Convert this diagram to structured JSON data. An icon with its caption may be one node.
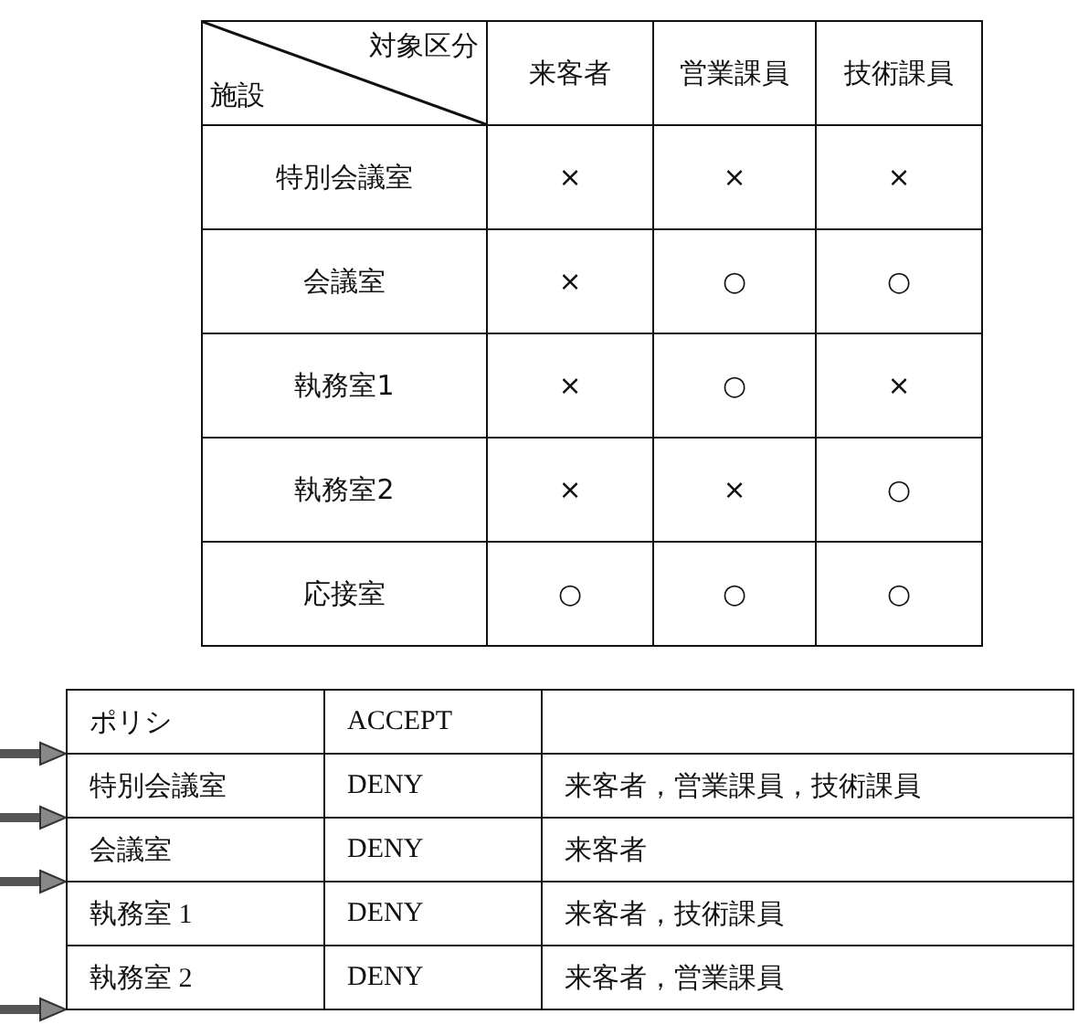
{
  "diagram": {
    "labels": [
      "対象区分",
      "施設",
      "来客者",
      "営業課員",
      "技術課員",
      "特別会議室",
      "×",
      "×",
      "×",
      "会議室",
      "×",
      "○",
      "○",
      "執務室1",
      "×",
      "○",
      "×",
      "執務室2",
      "×",
      "×",
      "○",
      "応接室",
      "○",
      "○",
      "○",
      "ポリシ",
      "ACCEPT",
      "特別会議室",
      "DENY",
      "来客者，営業課員，技術課員",
      "会議室",
      "DENY",
      "来客者",
      "執務室 1",
      "DENY",
      "来客者，技術課員",
      "執務室 2",
      "DENY",
      "来客者，営業課員"
    ]
  }
}
